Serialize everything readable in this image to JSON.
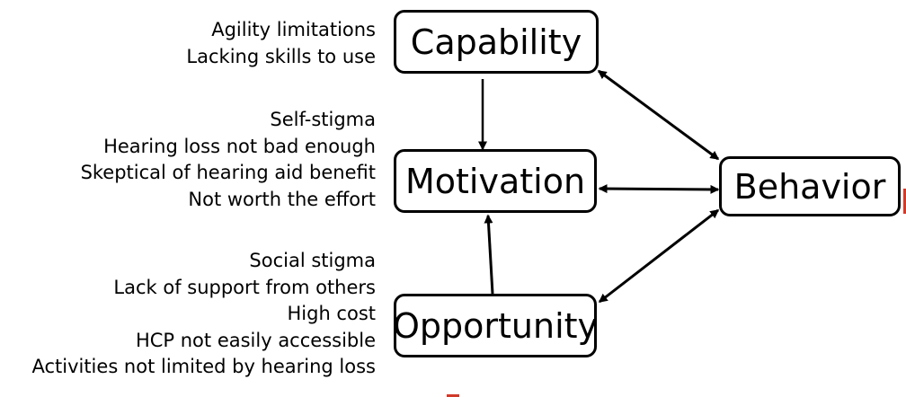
{
  "nodes": {
    "capability": "Capability",
    "motivation": "Motivation",
    "opportunity": "Opportunity",
    "behavior": "Behavior"
  },
  "factors": {
    "capability": [
      "Agility limitations",
      "Lacking skills to use"
    ],
    "motivation": [
      "Self-stigma",
      "Hearing loss not bad enough",
      "Skeptical of hearing aid benefit",
      "Not worth the effort"
    ],
    "opportunity": [
      "Social stigma",
      "Lack of support from others",
      "High cost",
      "HCP not easily accessible",
      "Activities not limited by hearing loss"
    ]
  },
  "edges": [
    {
      "from": "capability",
      "to": "motivation",
      "direction": "one-way"
    },
    {
      "from": "opportunity",
      "to": "motivation",
      "direction": "one-way"
    },
    {
      "from": "capability",
      "to": "behavior",
      "direction": "two-way"
    },
    {
      "from": "motivation",
      "to": "behavior",
      "direction": "two-way"
    },
    {
      "from": "opportunity",
      "to": "behavior",
      "direction": "two-way"
    }
  ],
  "colors": {
    "stroke": "#000000",
    "background": "#ffffff",
    "edge_marks": "#d23a2a"
  }
}
